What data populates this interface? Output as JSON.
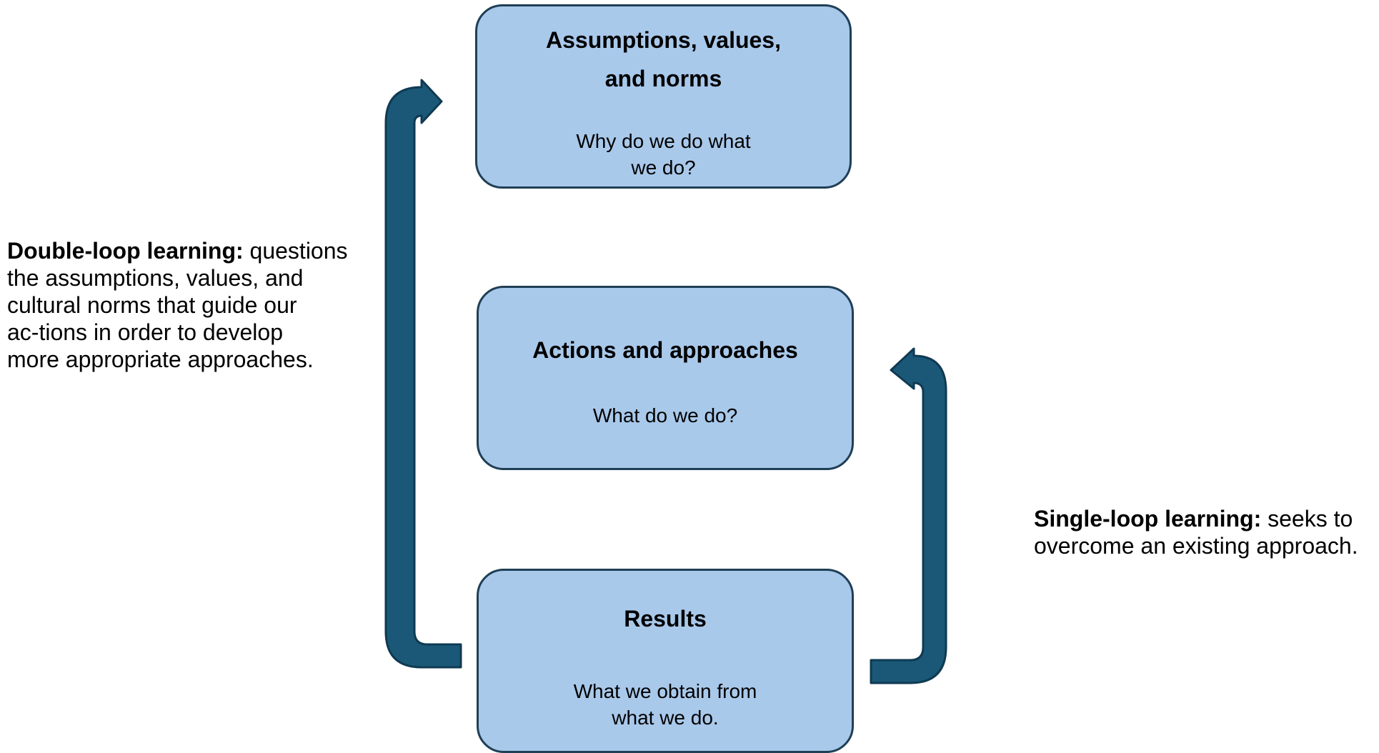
{
  "diagram": {
    "boxes": [
      {
        "id": "assumptions",
        "title": "Assumptions, values,\nand norms",
        "subtitle": "Why do we do what\nwe do?"
      },
      {
        "id": "actions",
        "title": "Actions and approaches",
        "subtitle": "What do we do?"
      },
      {
        "id": "results",
        "title": "Results",
        "subtitle": "What we obtain from\nwhat we do."
      }
    ],
    "double_loop": {
      "label": "Double-loop learning:",
      "lines": [
        " questions",
        "the assumptions, values, and",
        "cultural norms that guide our",
        "ac-tions in order to develop",
        "more appropriate approaches."
      ]
    },
    "single_loop": {
      "label": "Single-loop learning:",
      "lines": [
        " seeks to",
        "overcome an existing approach."
      ]
    },
    "colors": {
      "box_fill": "#a9c9eb",
      "box_border": "#1f3f56",
      "arrow_fill": "#1b5878",
      "arrow_outline": "#0f3a52"
    }
  }
}
